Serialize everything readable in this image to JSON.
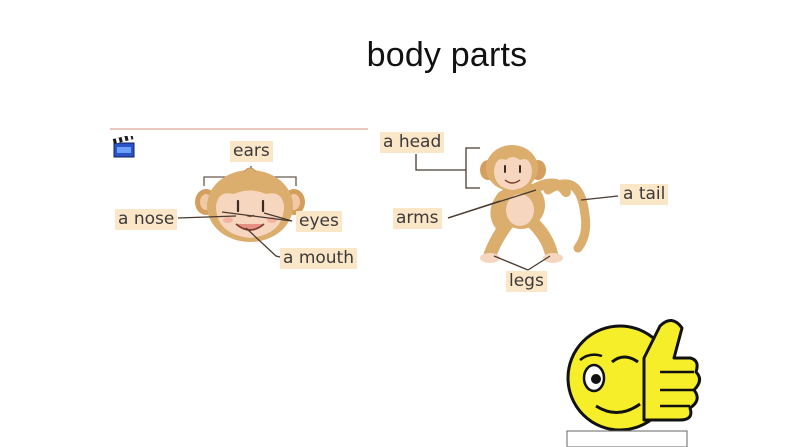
{
  "slide": {
    "title": "body parts"
  },
  "face_diagram": {
    "labels": {
      "ears": "ears",
      "nose": "a nose",
      "eyes": "eyes",
      "mouth": "a mouth"
    }
  },
  "body_diagram": {
    "labels": {
      "head": "a head",
      "tail": "a tail",
      "arms": "arms",
      "legs": "legs"
    }
  },
  "colors": {
    "label_bg": "#fbe6c8",
    "monkey_fur": "#dcae6e",
    "monkey_face": "#f6d6be",
    "smiley_yellow": "#f7ee2a"
  },
  "icons": [
    "video-clip-icon",
    "thumbs-up-smiley-icon"
  ]
}
